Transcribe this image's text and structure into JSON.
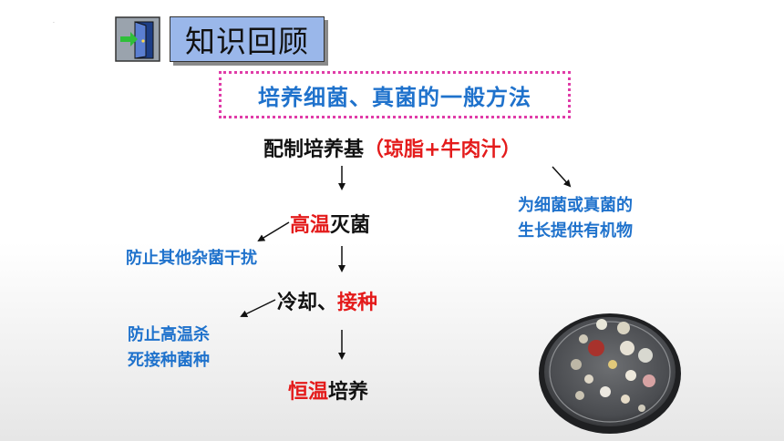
{
  "header": {
    "title": "知识回顾",
    "icon": "door-exit-icon"
  },
  "method_title": "培养细菌、真菌的一般方法",
  "steps": {
    "s1": {
      "main": "配制培养基",
      "extra": "（琼脂+牛肉汁）"
    },
    "s2": {
      "red": "高温",
      "rest": "灭菌"
    },
    "s3": {
      "rest": "冷却、",
      "red": "接种"
    },
    "s4": {
      "red": "恒温",
      "rest": "培养"
    }
  },
  "notes": {
    "nutrients_line1": "为细菌或真菌的",
    "nutrients_line2": "生长提供有机物",
    "sterilize": "防止其他杂菌干扰",
    "cool_line1": "防止高温杀",
    "cool_line2": "死接种菌种"
  },
  "colors": {
    "accent_blue": "#1f72cc",
    "accent_red": "#e41b1b",
    "dotted_border": "#e03ca8",
    "header_bg": "#9ab7ea"
  }
}
